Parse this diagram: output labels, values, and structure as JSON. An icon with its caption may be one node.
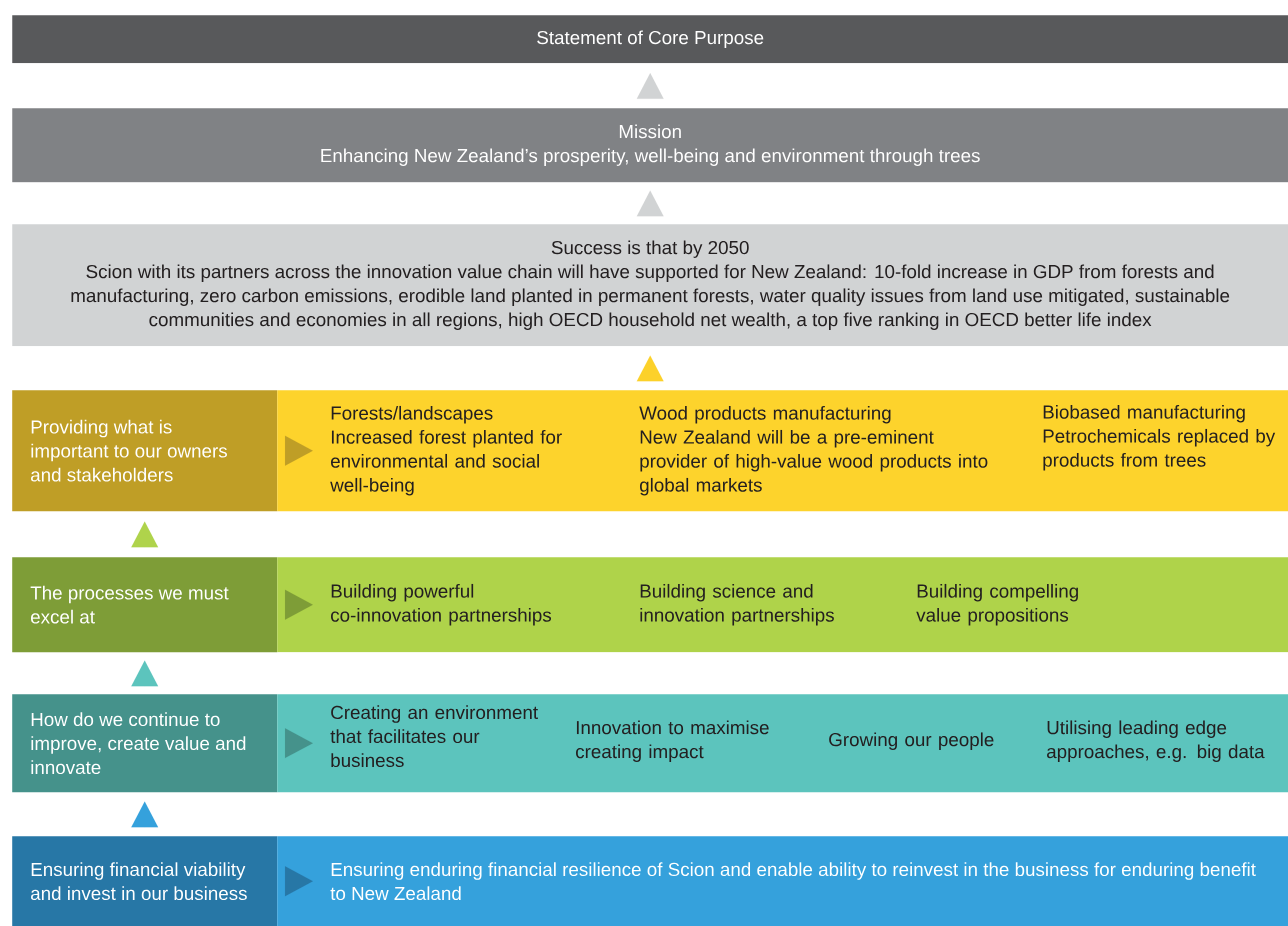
{
  "diagram": {
    "nodes": [
      {
        "text": [
          "Statement of Core Purpose"
        ]
      },
      {
        "text": [
          "Mission",
          "Enhancing New Zealand’s prosperity, well-being and environment through trees"
        ]
      },
      {
        "text": [
          "Success is that by 2050",
          "Scion with its partners across the innovation value chain will have supported for New Zealand: 10-fold increase in GDP from forests and manufacturing, zero carbon emissions, erodible land planted in permanent forests, water quality issues from land use mitigated, sustainable communities and economies in all regions, high OECD household net wealth, a top five ranking in OECD better life index"
        ]
      },
      {
        "text": [
          "Providing what is important to our owners and stakeholders"
        ]
      },
      {
        "text": [],
        "shape": "bar"
      },
      {
        "text": [
          "Forests/landscapes",
          "Increased forest planted for environmental and social well-being"
        ],
        "in": 4
      },
      {
        "text": [
          "Wood products manufacturing",
          "New Zealand will be a pre-eminent provider of high-value wood products into global markets"
        ],
        "in": 4
      },
      {
        "text": [
          "Biobased manufacturing",
          "Petrochemicals replaced by products from trees"
        ],
        "in": 4
      },
      {
        "text": [
          "The processes we must excel at"
        ]
      },
      {
        "text": [],
        "shape": "bar"
      },
      {
        "text": [
          "Building powerful co-innovation partnerships"
        ],
        "in": 9
      },
      {
        "text": [
          "Building science and innovation partnerships"
        ],
        "in": 9
      },
      {
        "text": [
          "Building compelling value propositions"
        ],
        "in": 9
      },
      {
        "text": [
          "How do we continue to improve, create value and innovate"
        ]
      },
      {
        "text": [],
        "shape": "bar"
      },
      {
        "text": [
          "Creating an environment that facilitates our business"
        ],
        "in": 14
      },
      {
        "text": [
          "Innovation to maximise creating impact"
        ],
        "in": 14
      },
      {
        "text": [
          "Growing our people"
        ],
        "in": 14
      },
      {
        "text": [
          "Utilising leading edge approaches, e.g. big data"
        ],
        "in": 14
      },
      {
        "text": [
          "Ensuring financial viability and invest in our business"
        ]
      },
      {
        "text": [
          "Ensuring enduring financial resilience of Scion and enable ability to reinvest in the business for enduring benefit to New Zealand"
        ]
      }
    ],
    "edges": [
      {
        "from": 1,
        "to": 0,
        "arrow": "to",
        "color": "#d1d3d4"
      },
      {
        "from": 2,
        "to": 1,
        "arrow": "to",
        "color": "#d1d3d4"
      },
      {
        "from": 4,
        "to": 2,
        "arrow": "to",
        "color": "#fcd12a"
      },
      {
        "from": 3,
        "to": 4,
        "arrow": "to",
        "color": "#bf9e26"
      },
      {
        "from": 8,
        "to": 3,
        "arrow": "to",
        "color": "#afd34b"
      },
      {
        "from": 8,
        "to": 9,
        "arrow": "to",
        "color": "#7e9d37"
      },
      {
        "from": 13,
        "to": 8,
        "arrow": "to",
        "color": "#5cc4bd"
      },
      {
        "from": 13,
        "to": 14,
        "arrow": "to",
        "color": "#45928b"
      },
      {
        "from": 19,
        "to": 13,
        "arrow": "to",
        "color": "#35a1dc"
      },
      {
        "from": 19,
        "to": 20,
        "arrow": "to",
        "color": "#2777a6"
      }
    ]
  }
}
